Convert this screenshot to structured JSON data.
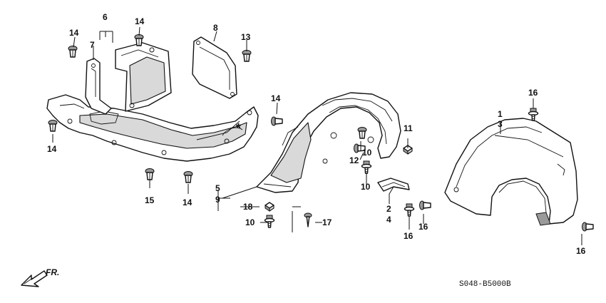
{
  "diagram": {
    "callouts": {
      "c1": "1",
      "c2": "2",
      "c3": "3",
      "c4": "4",
      "c5": "5",
      "c6": "6",
      "c7": "7",
      "c8": "8",
      "c9": "9",
      "c10a": "10",
      "c10b": "10",
      "c10c": "10",
      "c11": "11",
      "c12": "12",
      "c13": "13",
      "c14a": "14",
      "c14b": "14",
      "c14c": "14",
      "c14d": "14",
      "c14e": "14",
      "c15": "15",
      "c16a": "16",
      "c16b": "16",
      "c16c": "16",
      "c16d": "16",
      "c17": "17",
      "c18": "18"
    },
    "asterisk": "*",
    "direction_label": "FR.",
    "diagram_code": "S048-B5000B"
  }
}
